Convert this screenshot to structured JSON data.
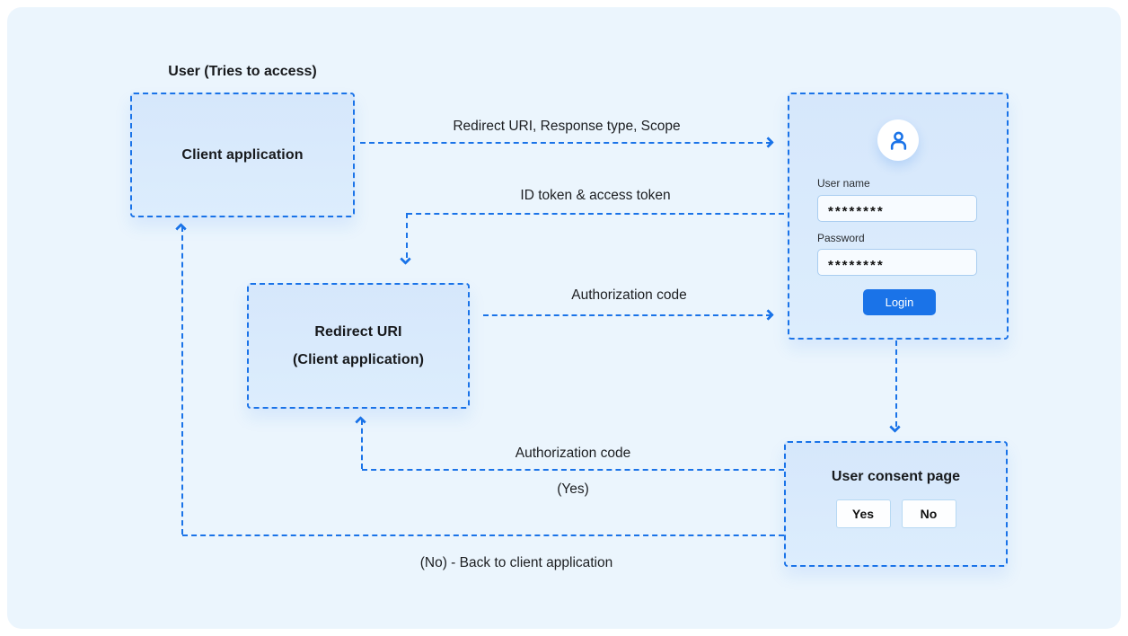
{
  "diagram": {
    "title": "User (Tries to access)",
    "boxes": {
      "client_application": {
        "label": "Client application"
      },
      "redirect_uri": {
        "line1": "Redirect URI",
        "line2": "(Client application)"
      },
      "login_form": {
        "username_label": "User name",
        "username_value": "********",
        "password_label": "Password",
        "password_value": "********",
        "login_button": "Login"
      },
      "user_consent": {
        "label": "User consent page",
        "yes_button": "Yes",
        "no_button": "No"
      }
    },
    "arrows": {
      "client_to_login_label": "Redirect URI, Response type, Scope",
      "login_to_redirect_label": "ID token & access token",
      "redirect_to_login_label": "Authorization code",
      "consent_to_redirect_label": "Authorization code",
      "consent_yes_label": "(Yes)",
      "consent_no_label": "(No) - Back to client application"
    },
    "colors": {
      "accent_blue": "#1a73e8",
      "box_fill": "#d9eafc",
      "panel_background": "#ebf5fd",
      "input_border": "#a9cdf0"
    }
  }
}
